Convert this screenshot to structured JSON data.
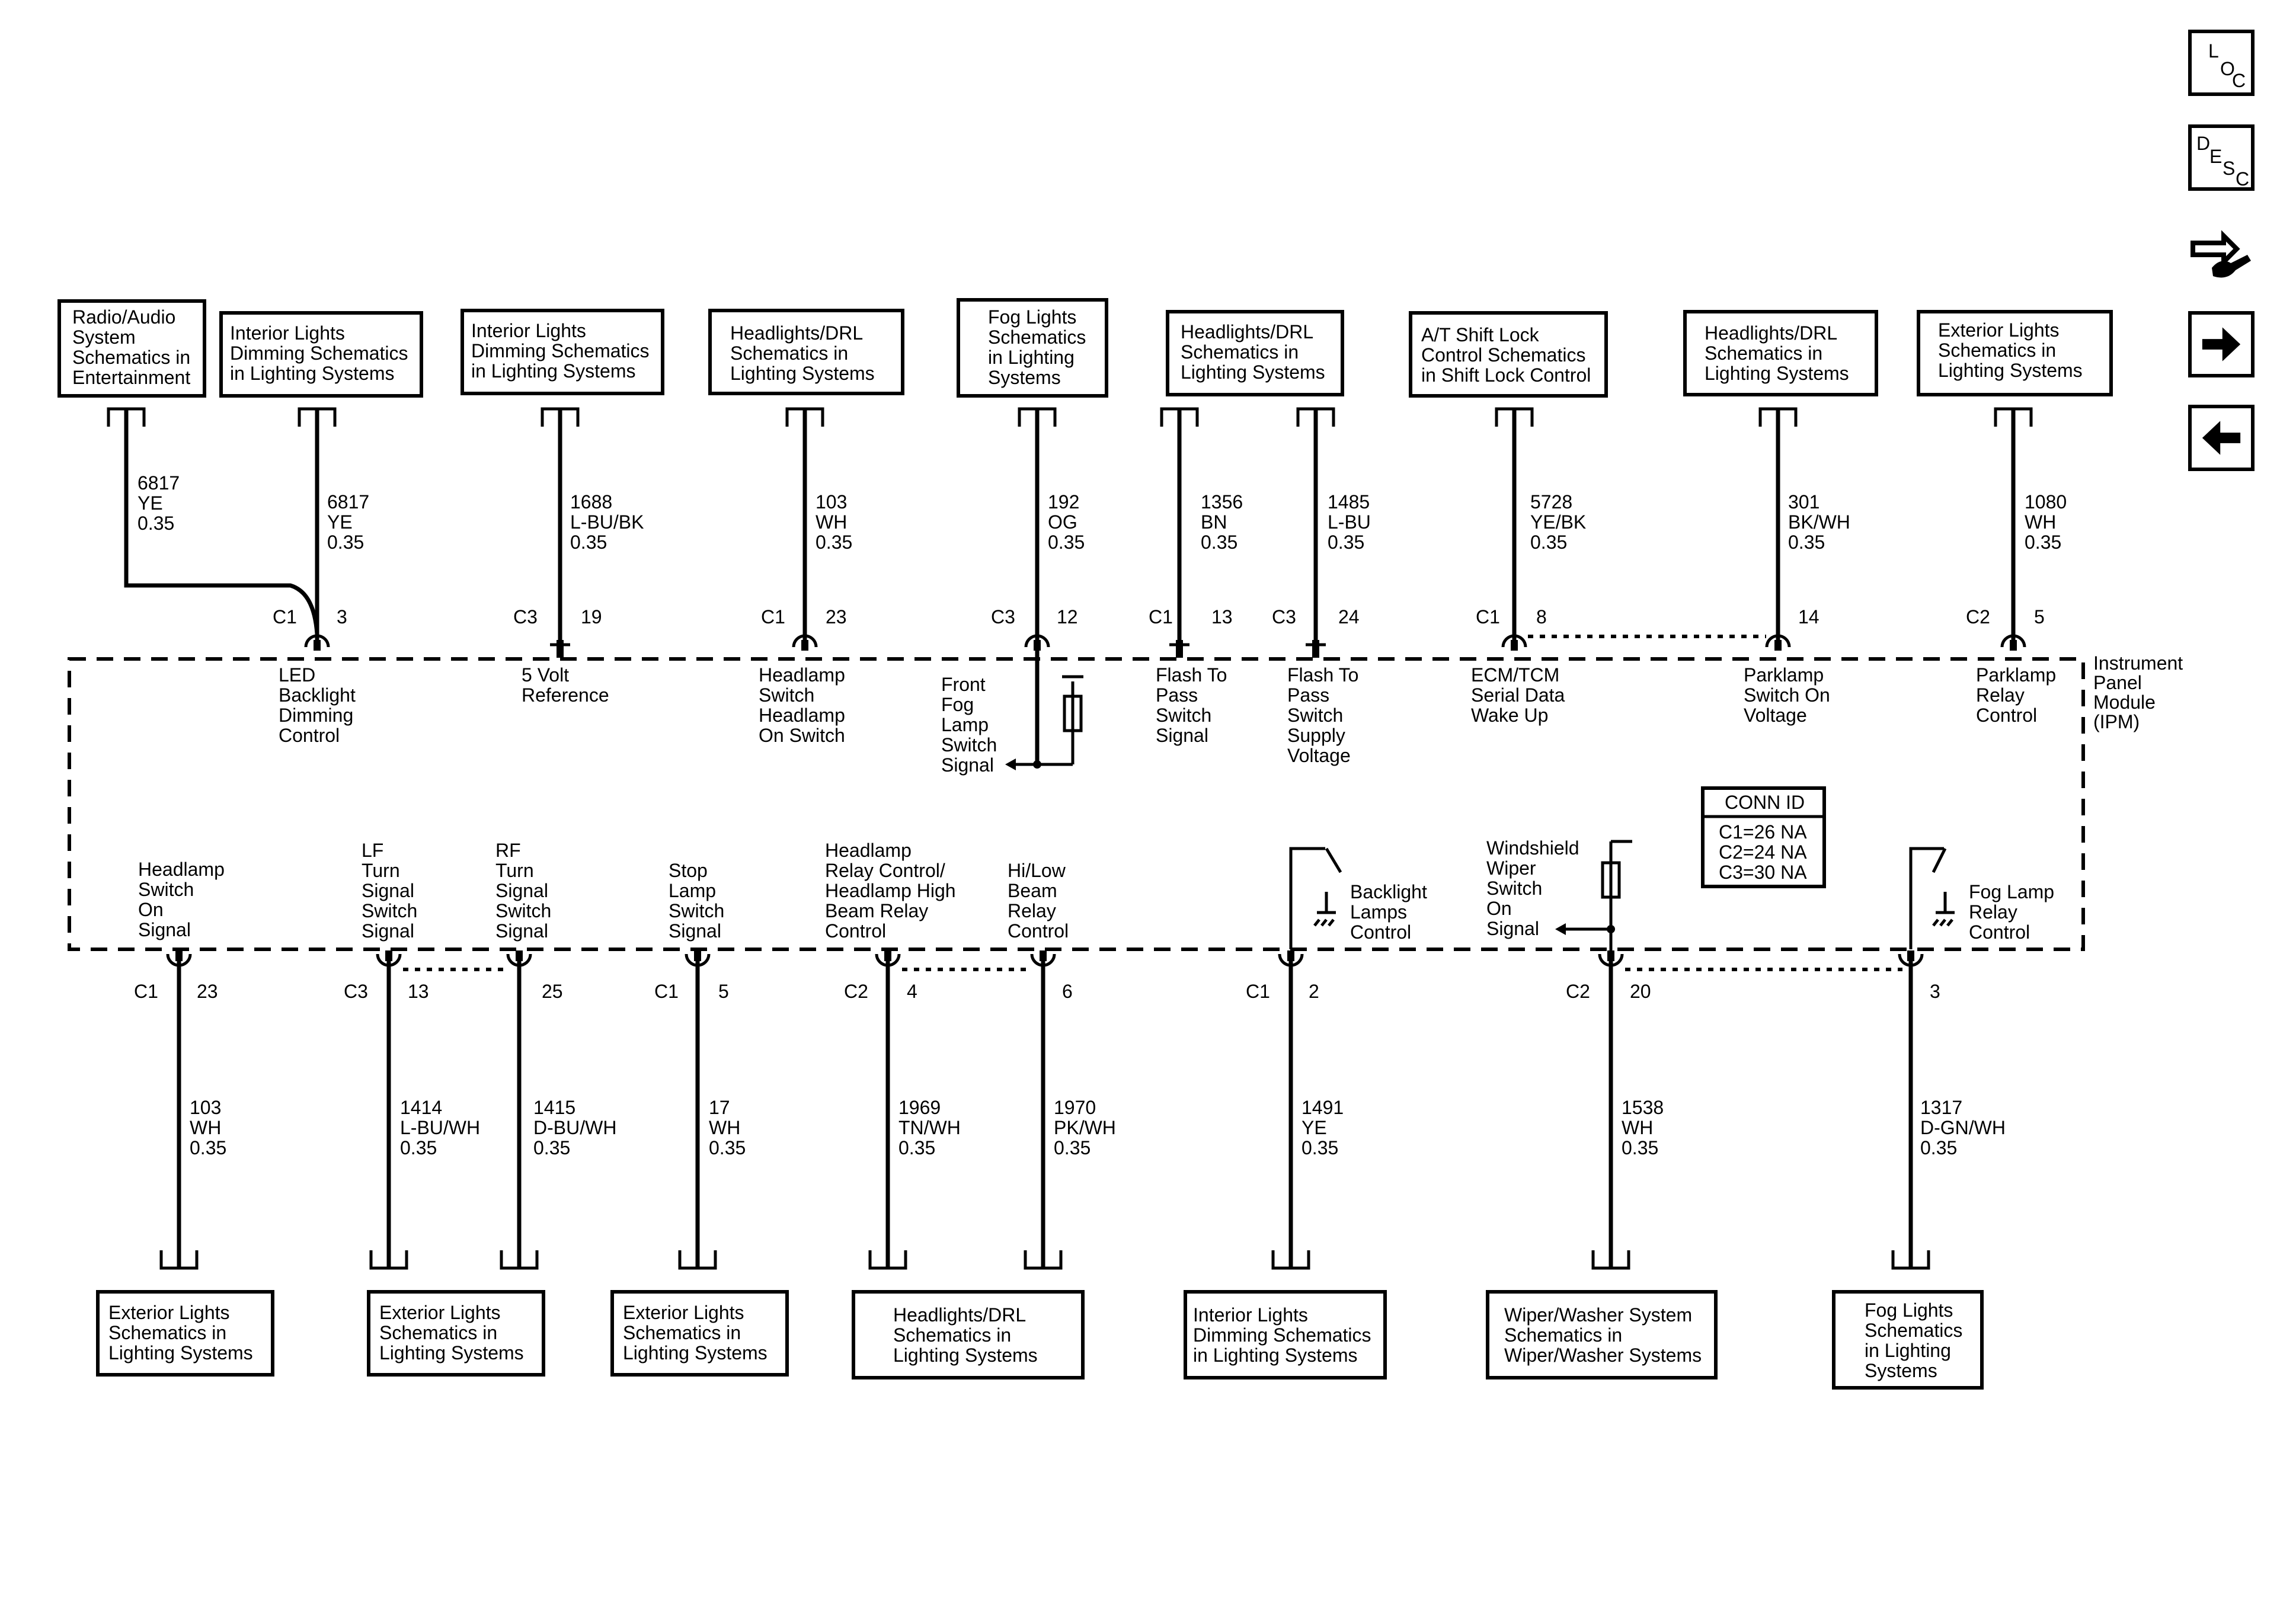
{
  "nav": {
    "loc": {
      "l1": "L",
      "l2": "O",
      "l3": "C"
    },
    "desc": {
      "l1": "D",
      "l2": "E",
      "l3": "S",
      "l4": "C"
    }
  },
  "module": {
    "label": [
      "Instrument",
      "Panel",
      "Module",
      "(IPM)"
    ]
  },
  "conn_id": {
    "title": "CONN ID",
    "lines": [
      "C1=26 NA",
      "C2=24 NA",
      "C3=30 NA"
    ]
  },
  "top_circuits": [
    {
      "box": [
        "Radio/Audio",
        "System",
        "Schematics in",
        "Entertainment"
      ],
      "wire": [
        "6817",
        "YE",
        "0.35"
      ]
    },
    {
      "box": [
        "Interior Lights",
        "Dimming Schematics",
        "in Lighting Systems"
      ],
      "wire": [
        "6817",
        "YE",
        "0.35"
      ],
      "conn": "C1",
      "pin": "3",
      "func": [
        "LED",
        "Backlight",
        "Dimming",
        "Control"
      ]
    },
    {
      "box": [
        "Interior Lights",
        "Dimming Schematics",
        "in Lighting Systems"
      ],
      "wire": [
        "1688",
        "L-BU/BK",
        "0.35"
      ],
      "conn": "C3",
      "pin": "19",
      "func": [
        "5 Volt",
        "Reference"
      ]
    },
    {
      "box": [
        "Headlights/DRL",
        "Schematics in",
        "Lighting Systems"
      ],
      "wire": [
        "103",
        "WH",
        "0.35"
      ],
      "conn": "C1",
      "pin": "23",
      "func": [
        "Headlamp",
        "Switch",
        "Headlamp",
        "On Switch"
      ]
    },
    {
      "box": [
        "Fog Lights",
        "Schematics",
        "in Lighting",
        "Systems"
      ],
      "wire": [
        "192",
        "OG",
        "0.35"
      ],
      "conn": "C3",
      "pin": "12",
      "func": [
        "Front",
        "Fog",
        "Lamp",
        "Switch",
        "Signal"
      ]
    },
    {
      "box": [
        "Headlights/DRL",
        "Schematics in",
        "Lighting Systems"
      ],
      "wire": [
        "1356",
        "BN",
        "0.35"
      ],
      "conn": "C1",
      "pin": "13",
      "func": [
        "Flash To",
        "Pass",
        "Switch",
        "Signal"
      ]
    },
    {
      "wire": [
        "1485",
        "L-BU",
        "0.35"
      ],
      "conn": "C3",
      "pin": "24",
      "func": [
        "Flash To",
        "Pass",
        "Switch",
        "Supply",
        "Voltage"
      ]
    },
    {
      "box": [
        "A/T Shift Lock",
        "Control Schematics",
        "in Shift Lock Control"
      ],
      "wire": [
        "5728",
        "YE/BK",
        "0.35"
      ],
      "conn": "C1",
      "pin": "8",
      "func": [
        "ECM/TCM",
        "Serial Data",
        "Wake Up"
      ]
    },
    {
      "box": [
        "Headlights/DRL",
        "Schematics in",
        "Lighting Systems"
      ],
      "wire": [
        "301",
        "BK/WH",
        "0.35"
      ],
      "pin": "14",
      "func": [
        "Parklamp",
        "Switch On",
        "Voltage"
      ]
    },
    {
      "box": [
        "Exterior Lights",
        "Schematics in",
        "Lighting Systems"
      ],
      "wire": [
        "1080",
        "WH",
        "0.35"
      ],
      "conn": "C2",
      "pin": "5",
      "func": [
        "Parklamp",
        "Relay",
        "Control"
      ]
    }
  ],
  "bottom_circuits": [
    {
      "func": [
        "Headlamp",
        "Switch",
        "On",
        "Signal"
      ],
      "conn": "C1",
      "pin": "23",
      "wire": [
        "103",
        "WH",
        "0.35"
      ]
    },
    {
      "func": [
        "LF",
        "Turn",
        "Signal",
        "Switch",
        "Signal"
      ],
      "conn": "C3",
      "pin": "13",
      "wire": [
        "1414",
        "L-BU/WH",
        "0.35"
      ]
    },
    {
      "func": [
        "RF",
        "Turn",
        "Signal",
        "Switch",
        "Signal"
      ],
      "pin": "25",
      "wire": [
        "1415",
        "D-BU/WH",
        "0.35"
      ]
    },
    {
      "func": [
        "Stop",
        "Lamp",
        "Switch",
        "Signal"
      ],
      "conn": "C1",
      "pin": "5",
      "wire": [
        "17",
        "WH",
        "0.35"
      ]
    },
    {
      "func": [
        "Headlamp",
        "Relay Control/",
        "Headlamp High",
        "Beam Relay",
        "Control"
      ],
      "conn": "C2",
      "pin": "4",
      "wire": [
        "1969",
        "TN/WH",
        "0.35"
      ]
    },
    {
      "func": [
        "Hi/Low",
        "Beam",
        "Relay",
        "Control"
      ],
      "pin": "6",
      "wire": [
        "1970",
        "PK/WH",
        "0.35"
      ]
    },
    {
      "func": [
        "Backlight",
        "Lamps",
        "Control"
      ],
      "conn": "C1",
      "pin": "2",
      "wire": [
        "1491",
        "YE",
        "0.35"
      ]
    },
    {
      "func": [
        "Windshield",
        "Wiper",
        "Switch",
        "On",
        "Signal"
      ],
      "conn": "C2",
      "pin": "20",
      "wire": [
        "1538",
        "WH",
        "0.35"
      ]
    },
    {
      "func": [
        "Fog Lamp",
        "Relay",
        "Control"
      ],
      "pin": "3",
      "wire": [
        "1317",
        "D-GN/WH",
        "0.35"
      ]
    }
  ],
  "bottom_boxes": [
    [
      "Exterior Lights",
      "Schematics in",
      "Lighting Systems"
    ],
    [
      "Exterior Lights",
      "Schematics in",
      "Lighting Systems"
    ],
    [
      "Exterior Lights",
      "Schematics in",
      "Lighting Systems"
    ],
    [
      "Headlights/DRL",
      "Schematics in",
      "Lighting Systems"
    ],
    [
      "Interior Lights",
      "Dimming Schematics",
      "in Lighting Systems"
    ],
    [
      "Wiper/Washer System",
      "Schematics in",
      "Wiper/Washer Systems"
    ],
    [
      "Fog Lights",
      "Schematics",
      "in Lighting",
      "Systems"
    ]
  ]
}
